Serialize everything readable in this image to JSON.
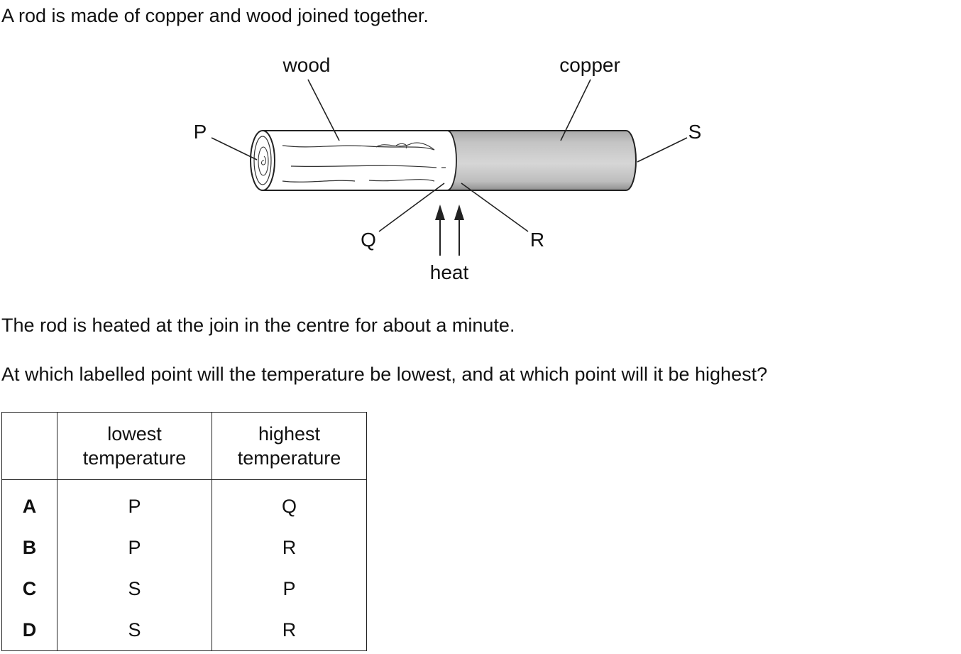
{
  "intro": "A rod is made of copper and wood joined together.",
  "diagram": {
    "labels": {
      "wood": "wood",
      "copper": "copper",
      "p": "P",
      "q": "Q",
      "r": "R",
      "s": "S",
      "heat": "heat"
    }
  },
  "statement": "The rod is heated at the join in the centre for about a minute.",
  "question": "At which labelled point will the temperature be lowest, and at which point will it be highest?",
  "table": {
    "headers": [
      "",
      "lowest\ntemperature",
      "highest\ntemperature"
    ],
    "rows": [
      {
        "option": "A",
        "lowest": "P",
        "highest": "Q"
      },
      {
        "option": "B",
        "lowest": "P",
        "highest": "R"
      },
      {
        "option": "C",
        "lowest": "S",
        "highest": "P"
      },
      {
        "option": "D",
        "lowest": "S",
        "highest": "R"
      }
    ]
  }
}
